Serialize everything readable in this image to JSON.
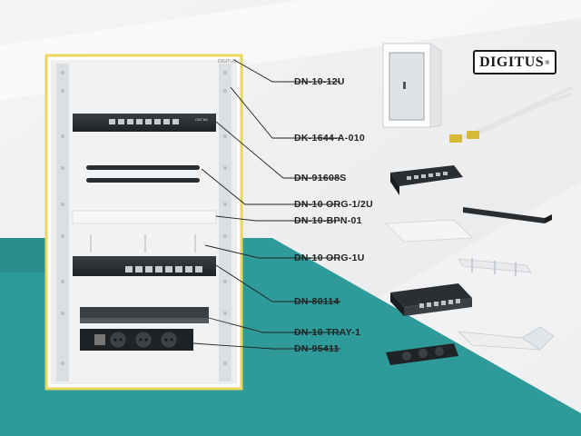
{
  "brand": {
    "logo_text": "DIGITUS",
    "logo_mark": "®"
  },
  "rack_badge": "DIGITUS",
  "switch_badge": "CAT 6A",
  "products": [
    {
      "id": "DN-10-12U"
    },
    {
      "id": "DK-1644-A-010"
    },
    {
      "id": "DN-91608S"
    },
    {
      "id": "DN-10 ORG-1/2U"
    },
    {
      "id": "DN-10-BPN-01"
    },
    {
      "id": "DN-10 ORG-1U"
    },
    {
      "id": "DN-80114"
    },
    {
      "id": "DN-10 TRAY-1"
    },
    {
      "id": "DN-95411"
    }
  ],
  "colors": {
    "highlight_frame": "#e8d75a",
    "teal_band": "#2f9a9a",
    "rack_frame": "#e9e9e9",
    "device_dark": "#2b2f33"
  }
}
